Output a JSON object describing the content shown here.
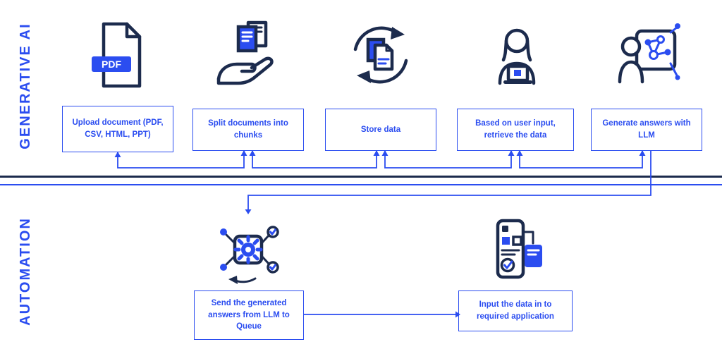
{
  "palette": {
    "accent": "#2b4df0",
    "dark": "#1c2b4d"
  },
  "sections": {
    "generative_ai": {
      "label": "GENERATIVE AI",
      "steps": [
        {
          "icon": "pdf-document-icon",
          "label": "Upload document (PDF, CSV, HTML, PPT)"
        },
        {
          "icon": "hand-holding-documents-icon",
          "label": "Split documents into chunks"
        },
        {
          "icon": "sync-documents-icon",
          "label": "Store data"
        },
        {
          "icon": "person-laptop-icon",
          "label": "Based on user input, retrieve the data"
        },
        {
          "icon": "person-llm-network-icon",
          "label": "Generate answers with LLM"
        }
      ]
    },
    "automation": {
      "label": "AUTOMATION",
      "steps": [
        {
          "icon": "workflow-gear-icon",
          "label": "Send the generated answers from LLM to Queue"
        },
        {
          "icon": "phone-application-icon",
          "label": "Input the data in to required application"
        }
      ]
    }
  },
  "icon_text": {
    "pdf": "PDF"
  }
}
